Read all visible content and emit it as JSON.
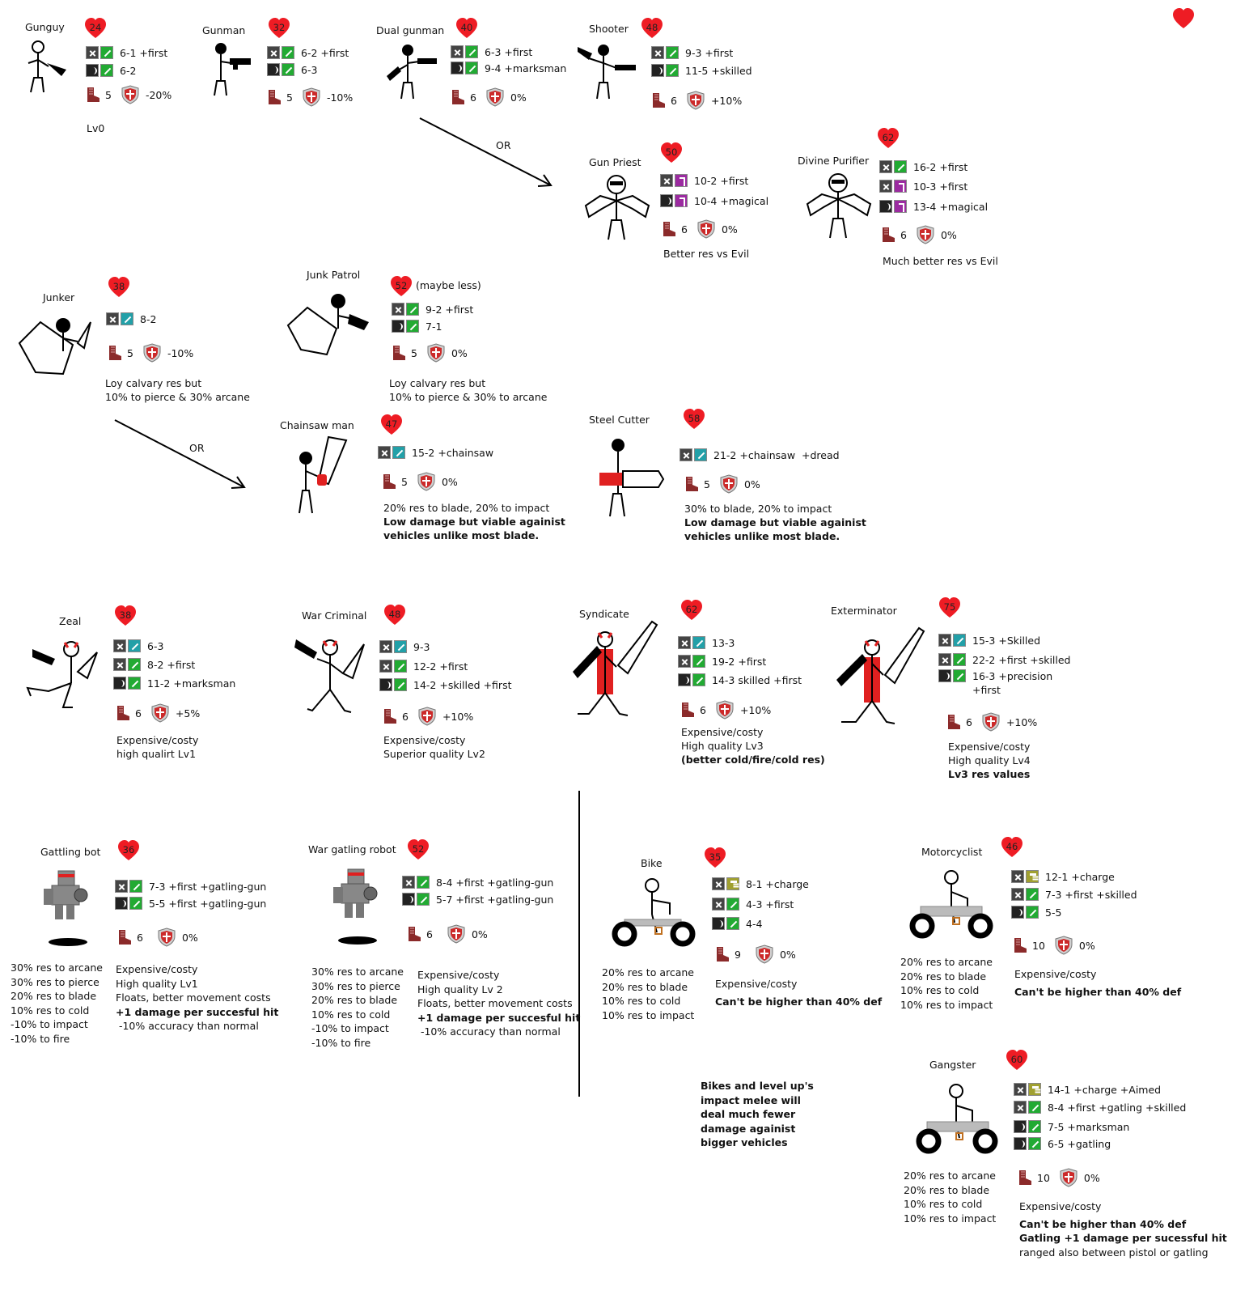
{
  "units": [
    {
      "id": "gunguy",
      "name": "Gunguy",
      "hp": "24",
      "attacks": [
        {
          "types": [
            "melee",
            "pierce"
          ],
          "text": "6-1 +first"
        },
        {
          "types": [
            "ranged",
            "pierce"
          ],
          "text": "6-2"
        }
      ],
      "move": "5",
      "defense": "-20%",
      "notes": [
        {
          "t": "Lv0",
          "b": false
        }
      ]
    },
    {
      "id": "gunman",
      "name": "Gunman",
      "hp": "32",
      "attacks": [
        {
          "types": [
            "melee",
            "pierce"
          ],
          "text": "6-2 +first"
        },
        {
          "types": [
            "ranged",
            "pierce"
          ],
          "text": "6-3"
        }
      ],
      "move": "5",
      "defense": "-10%",
      "notes": []
    },
    {
      "id": "dualgunman",
      "name": "Dual gunman",
      "hp": "40",
      "attacks": [
        {
          "types": [
            "melee",
            "pierce"
          ],
          "text": "6-3 +first"
        },
        {
          "types": [
            "ranged",
            "pierce"
          ],
          "text": "9-4 +marksman"
        }
      ],
      "move": "6",
      "defense": "0%",
      "notes": []
    },
    {
      "id": "shooter",
      "name": "Shooter",
      "hp": "48",
      "attacks": [
        {
          "types": [
            "melee",
            "pierce"
          ],
          "text": "9-3 +first"
        },
        {
          "types": [
            "ranged",
            "pierce"
          ],
          "text": "11-5 +skilled"
        }
      ],
      "move": "6",
      "defense": "+10%",
      "notes": []
    },
    {
      "id": "gunpriest",
      "name": "Gun Priest",
      "hp": "50",
      "attacks": [
        {
          "types": [
            "melee",
            "arcane"
          ],
          "text": "10-2 +first"
        },
        {
          "types": [
            "ranged",
            "arcane"
          ],
          "text": "10-4 +magical"
        }
      ],
      "move": "6",
      "defense": "0%",
      "notes": [
        {
          "t": "Better res vs Evil",
          "b": false
        }
      ]
    },
    {
      "id": "divinepurifier",
      "name": "Divine Purifier",
      "hp": "62",
      "attacks": [
        {
          "types": [
            "melee",
            "pierce"
          ],
          "text": "16-2 +first"
        },
        {
          "types": [
            "melee",
            "arcane"
          ],
          "text": "10-3 +first"
        },
        {
          "types": [
            "ranged",
            "arcane"
          ],
          "text": "13-4 +magical"
        }
      ],
      "move": "6",
      "defense": "0%",
      "notes": [
        {
          "t": "Much better res vs Evil",
          "b": false
        }
      ]
    },
    {
      "id": "junker",
      "name": "Junker",
      "hp": "38",
      "attacks": [
        {
          "types": [
            "melee",
            "blade"
          ],
          "text": "8-2"
        }
      ],
      "move": "5",
      "defense": "-10%",
      "notes": [
        {
          "t": "Loy calvary res but",
          "b": false
        },
        {
          "t": "10% to pierce & 30% arcane",
          "b": false
        }
      ]
    },
    {
      "id": "junkpatrol",
      "name": "Junk Patrol",
      "hp": "52",
      "hp_note": "(maybe less)",
      "attacks": [
        {
          "types": [
            "melee",
            "pierce"
          ],
          "text": "9-2 +first"
        },
        {
          "types": [
            "ranged",
            "pierce"
          ],
          "text": "7-1"
        }
      ],
      "move": "5",
      "defense": "0%",
      "notes": [
        {
          "t": "Loy calvary res but",
          "b": false
        },
        {
          "t": "10% to pierce & 30% to arcane",
          "b": false
        }
      ]
    },
    {
      "id": "chainsawman",
      "name": "Chainsaw man",
      "hp": "47",
      "attacks": [
        {
          "types": [
            "melee",
            "blade"
          ],
          "text": "15-2 +chainsaw"
        }
      ],
      "move": "5",
      "defense": "0%",
      "notes": [
        {
          "t": "20% res to blade, 20% to impact",
          "b": false
        },
        {
          "t": "Low damage but viable againist",
          "b": true
        },
        {
          "t": "vehicles unlike most blade.",
          "b": true
        }
      ]
    },
    {
      "id": "steelcutter",
      "name": "Steel Cutter",
      "hp": "58",
      "attacks": [
        {
          "types": [
            "melee",
            "blade"
          ],
          "text": "21-2 +chainsaw  +dread"
        }
      ],
      "move": "5",
      "defense": "0%",
      "notes": [
        {
          "t": "30% to blade, 20% to impact",
          "b": false
        },
        {
          "t": "Low damage but viable againist",
          "b": true
        },
        {
          "t": "vehicles unlike most blade.",
          "b": true
        }
      ]
    },
    {
      "id": "zeal",
      "name": "Zeal",
      "hp": "38",
      "attacks": [
        {
          "types": [
            "melee",
            "blade"
          ],
          "text": "6-3"
        },
        {
          "types": [
            "melee",
            "pierce"
          ],
          "text": "8-2 +first"
        },
        {
          "types": [
            "ranged",
            "pierce"
          ],
          "text": "11-2 +marksman"
        }
      ],
      "move": "6",
      "defense": "+5%",
      "notes": [
        {
          "t": "Expensive/costy",
          "b": false
        },
        {
          "t": "high qualirt Lv1",
          "b": false
        }
      ]
    },
    {
      "id": "warcriminal",
      "name": "War Criminal",
      "hp": "48",
      "attacks": [
        {
          "types": [
            "melee",
            "blade"
          ],
          "text": "9-3"
        },
        {
          "types": [
            "melee",
            "pierce"
          ],
          "text": "12-2 +first"
        },
        {
          "types": [
            "ranged",
            "pierce"
          ],
          "text": "14-2 +skilled +first"
        }
      ],
      "move": "6",
      "defense": "+10%",
      "notes": [
        {
          "t": "Expensive/costy",
          "b": false
        },
        {
          "t": "Superior quality Lv2",
          "b": false
        }
      ]
    },
    {
      "id": "syndicate",
      "name": "Syndicate",
      "hp": "62",
      "attacks": [
        {
          "types": [
            "melee",
            "blade"
          ],
          "text": "13-3"
        },
        {
          "types": [
            "melee",
            "pierce"
          ],
          "text": "19-2 +first"
        },
        {
          "types": [
            "ranged",
            "pierce"
          ],
          "text": "14-3 skilled +first"
        }
      ],
      "move": "6",
      "defense": "+10%",
      "notes": [
        {
          "t": "Expensive/costy",
          "b": false
        },
        {
          "t": "High quality Lv3",
          "b": false
        },
        {
          "t": "(better cold/fire/cold res)",
          "b": true
        }
      ]
    },
    {
      "id": "exterminator",
      "name": "Exterminator",
      "hp": "75",
      "attacks": [
        {
          "types": [
            "melee",
            "blade"
          ],
          "text": "15-3 +Skilled"
        },
        {
          "types": [
            "melee",
            "pierce"
          ],
          "text": "22-2 +first +skilled"
        },
        {
          "types": [
            "ranged",
            "pierce"
          ],
          "text": "16-3 +precision\n+first"
        }
      ],
      "move": "6",
      "defense": "+10%",
      "notes": [
        {
          "t": "Expensive/costy",
          "b": false
        },
        {
          "t": "High quality Lv4",
          "b": false
        },
        {
          "t": "Lv3 res values",
          "b": true
        }
      ]
    },
    {
      "id": "gattlingbot",
      "name": "Gattling bot",
      "hp": "36",
      "attacks": [
        {
          "types": [
            "melee",
            "pierce"
          ],
          "text": "7-3 +first +gatling-gun"
        },
        {
          "types": [
            "ranged",
            "pierce"
          ],
          "text": "5-5 +first +gatling-gun"
        }
      ],
      "move": "6",
      "defense": "0%",
      "notes": [
        {
          "t": "Expensive/costy",
          "b": false
        },
        {
          "t": "High quality Lv1",
          "b": false
        },
        {
          "t": "Floats, better movement costs",
          "b": false
        },
        {
          "t": "+1 damage per succesful hit",
          "b": true
        },
        {
          "t": " -10% accuracy than normal",
          "b": false
        }
      ],
      "res": [
        "30% res to arcane",
        "30% res to pierce",
        "20% res to blade",
        "10% res to cold",
        "-10% to impact",
        "-10% to fire"
      ]
    },
    {
      "id": "wargatlingrobot",
      "name": "War gatling robot",
      "hp": "52",
      "attacks": [
        {
          "types": [
            "melee",
            "pierce"
          ],
          "text": "8-4 +first +gatling-gun"
        },
        {
          "types": [
            "ranged",
            "pierce"
          ],
          "text": "5-7 +first +gatling-gun"
        }
      ],
      "move": "6",
      "defense": "0%",
      "notes": [
        {
          "t": "Expensive/costy",
          "b": false
        },
        {
          "t": "High quality Lv 2",
          "b": false
        },
        {
          "t": "Floats, better movement costs",
          "b": false
        },
        {
          "t": "+1 damage per succesful hit",
          "b": true
        },
        {
          "t": " -10% accuracy than normal",
          "b": false
        }
      ],
      "res": [
        "30% res to arcane",
        "30% res to pierce",
        "20% res to blade",
        "10% res to cold",
        "-10% to impact",
        "-10% to fire"
      ]
    },
    {
      "id": "bike",
      "name": "Bike",
      "hp": "35",
      "attacks": [
        {
          "types": [
            "melee",
            "impact"
          ],
          "text": "8-1 +charge"
        },
        {
          "types": [
            "melee",
            "pierce"
          ],
          "text": "4-3 +first"
        },
        {
          "types": [
            "ranged",
            "pierce"
          ],
          "text": "4-4"
        }
      ],
      "move": "9",
      "defense": "0%",
      "notes": [
        {
          "t": "Expensive/costy",
          "b": false
        },
        {
          "t": "Can't be higher than 40% def",
          "b": true
        }
      ],
      "res": [
        "20% res to arcane",
        "20% res to blade",
        "10% res to cold",
        "10% res to impact"
      ]
    },
    {
      "id": "motorcyclist",
      "name": "Motorcyclist",
      "hp": "46",
      "attacks": [
        {
          "types": [
            "melee",
            "impact"
          ],
          "text": "12-1 +charge"
        },
        {
          "types": [
            "melee",
            "pierce"
          ],
          "text": "7-3 +first +skilled"
        },
        {
          "types": [
            "ranged",
            "pierce"
          ],
          "text": "5-5"
        }
      ],
      "move": "10",
      "defense": "0%",
      "notes": [
        {
          "t": "Expensive/costy",
          "b": false
        },
        {
          "t": "Can't be higher than 40% def",
          "b": true
        }
      ],
      "res": [
        "20% res to arcane",
        "20% res to blade",
        "10% res to cold",
        "10% res to impact"
      ]
    },
    {
      "id": "gangster",
      "name": "Gangster",
      "hp": "60",
      "attacks": [
        {
          "types": [
            "melee",
            "impact"
          ],
          "text": "14-1 +charge +Aimed"
        },
        {
          "types": [
            "melee",
            "pierce"
          ],
          "text": "8-4 +first +gatling +skilled"
        },
        {
          "types": [
            "ranged",
            "pierce"
          ],
          "text": "7-5 +marksman"
        },
        {
          "types": [
            "ranged",
            "pierce"
          ],
          "text": "6-5 +gatling"
        }
      ],
      "move": "10",
      "defense": "0%",
      "notes": [
        {
          "t": "Expensive/costy",
          "b": false
        },
        {
          "t": "Can't be higher than 40% def",
          "b": true
        },
        {
          "t": "Gatling +1 damage per sucessful hit",
          "b": true
        },
        {
          "t": "ranged also between pistol or gatling",
          "b": false
        }
      ],
      "res": [
        "20% res to arcane",
        "20% res to blade",
        "10% res to cold",
        "10% res to impact"
      ]
    }
  ],
  "branch_labels": [
    "OR",
    "OR"
  ],
  "bike_note": [
    "Bikes and level up's",
    "impact melee will",
    "deal much fewer",
    "damage againist",
    "bigger vehicles"
  ],
  "colors": {
    "heart": "#ee1c24",
    "pierce": "#22aa33",
    "blade": "#22a0a8",
    "arcane": "#9b2aa0",
    "impact": "#a0a030",
    "boot": "#8b2a2a",
    "shield": "#c02020"
  }
}
